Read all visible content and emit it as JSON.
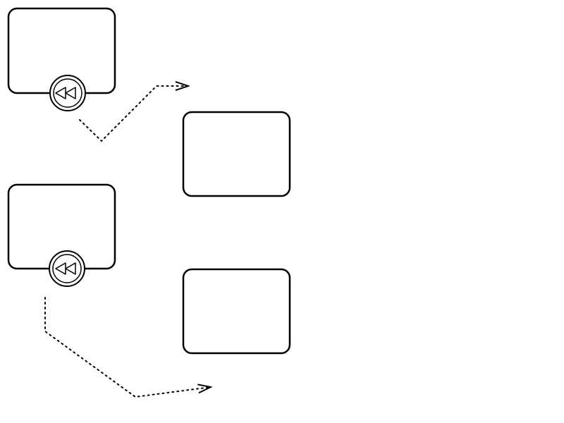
{
  "diagram": {
    "stroke_color": "#000000",
    "background_color": "#ffffff",
    "elements": [
      {
        "id": "activity-1",
        "kind": "activity",
        "label": ""
      },
      {
        "id": "activity-2",
        "kind": "activity",
        "label": ""
      },
      {
        "id": "activity-3",
        "kind": "activity",
        "label": ""
      },
      {
        "id": "activity-4",
        "kind": "activity",
        "label": ""
      },
      {
        "id": "boundary-event-1",
        "kind": "boundary-event",
        "icon": "compensation-icon",
        "attached_to": "activity-1"
      },
      {
        "id": "boundary-event-2",
        "kind": "boundary-event",
        "icon": "compensation-icon",
        "attached_to": "activity-3"
      }
    ],
    "connectors": [
      {
        "id": "association-1",
        "kind": "dotted-arrow",
        "from": "boundary-event-1"
      },
      {
        "id": "association-2",
        "kind": "dotted-arrow",
        "from": "boundary-event-2"
      }
    ]
  }
}
